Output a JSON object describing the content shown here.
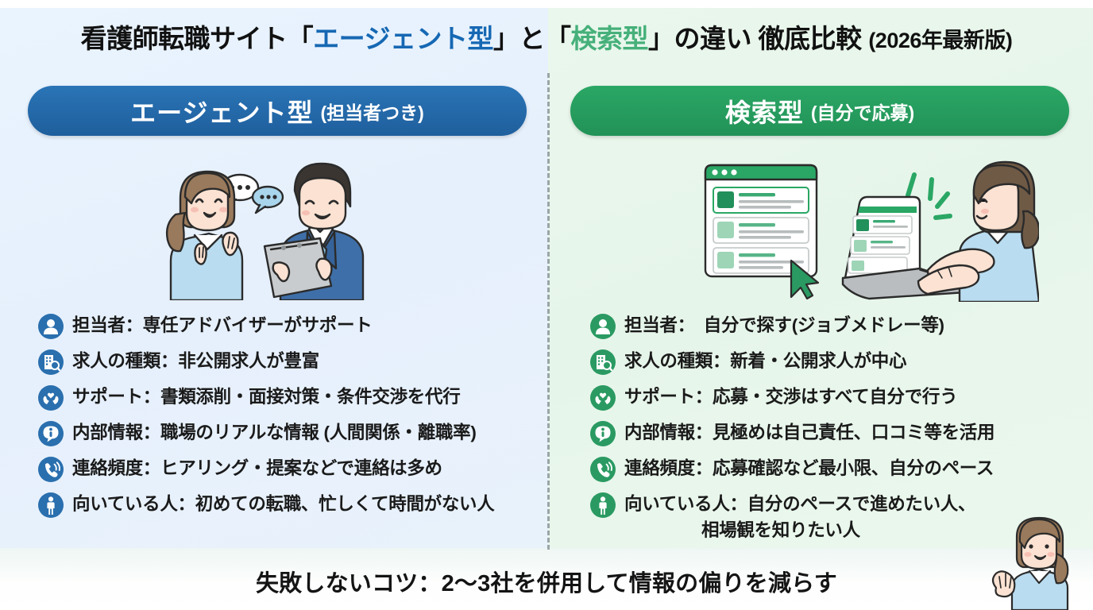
{
  "title": {
    "part1": "看護師転職サイト「",
    "highlight1": "エージェント型",
    "part2": "」と「",
    "highlight2": "検索型",
    "part3": "」の違い 徹底比較 ",
    "year": "(2026年最新版)"
  },
  "colors": {
    "blue_accent": "#1668b3",
    "green_accent": "#46b07a",
    "banner_blue": "#2a74b6",
    "banner_green": "#2aa765",
    "bg_left": "#e9f2fb",
    "bg_right": "#e9f6ec"
  },
  "left": {
    "banner_main": "エージェント型",
    "banner_sub": "(担当者つき)",
    "illustration": "nurse-and-advisor-with-clipboard-illustration",
    "items": [
      {
        "icon": "person-icon",
        "text": "担当者：専任アドバイザーがサポート"
      },
      {
        "icon": "building-search-icon",
        "text": "求人の種類：非公開求人が豊富"
      },
      {
        "icon": "hands-heart-icon",
        "text": "サポート：書類添削・面接対策・条件交渉を代行"
      },
      {
        "icon": "info-bubble-icon",
        "text": "内部情報：職場のリアルな情報 (人間関係・離職率)"
      },
      {
        "icon": "phone-ring-icon",
        "text": "連絡頻度：ヒアリング・提案などで連絡は多め"
      },
      {
        "icon": "standing-person-icon",
        "text": "向いている人：初めての転職、忙しくて時間がない人"
      }
    ]
  },
  "right": {
    "banner_main": "検索型",
    "banner_sub": "(自分で応募)",
    "illustration": "job-listing-window-laptop-nurse-illustration",
    "items": [
      {
        "icon": "person-icon",
        "text": "担当者：　自分で探す(ジョブメドレー等)"
      },
      {
        "icon": "building-search-icon",
        "text": "求人の種類：新着・公開求人が中心"
      },
      {
        "icon": "hands-heart-icon",
        "text": "サポート：応募・交渉はすべて自分で行う"
      },
      {
        "icon": "info-bubble-icon",
        "text": "内部情報：見極めは自己責任、口コミ等を活用"
      },
      {
        "icon": "phone-ring-icon",
        "text": "連絡頻度：応募確認など最小限、自分のペース"
      },
      {
        "icon": "standing-person-icon",
        "text": "向いている人：自分のペースで進めたい人、",
        "text2": "相場観を知りたい人"
      }
    ]
  },
  "footer": {
    "tip": "失敗しないコツ：2〜3社を併用して情報の偏りを減らす",
    "corner_illustration": "smiling-nurse-waving-illustration"
  }
}
